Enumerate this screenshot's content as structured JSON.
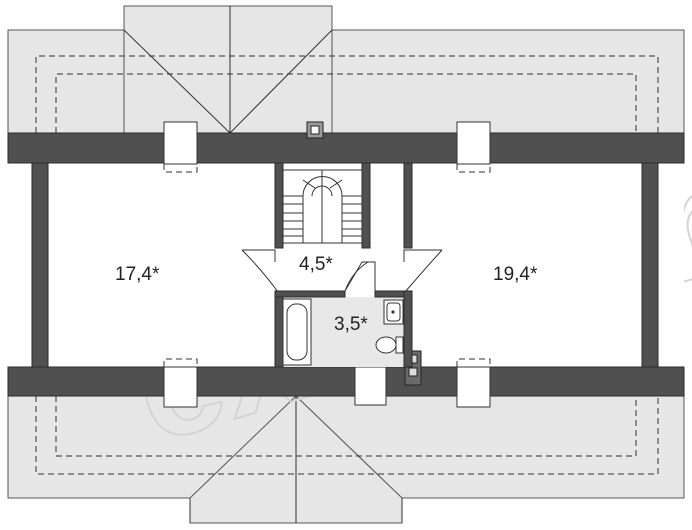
{
  "watermark": "extradom",
  "rooms": [
    {
      "id": "room-left",
      "label": "17,4*"
    },
    {
      "id": "hall",
      "label": "4,5*"
    },
    {
      "id": "room-right",
      "label": "19,4*"
    },
    {
      "id": "bathroom",
      "label": "3,5*"
    }
  ],
  "colors": {
    "roof": "#e6e6e6",
    "wall": "#505050",
    "floor": "#ffffff",
    "bathroom_floor": "#e8e8e8"
  }
}
